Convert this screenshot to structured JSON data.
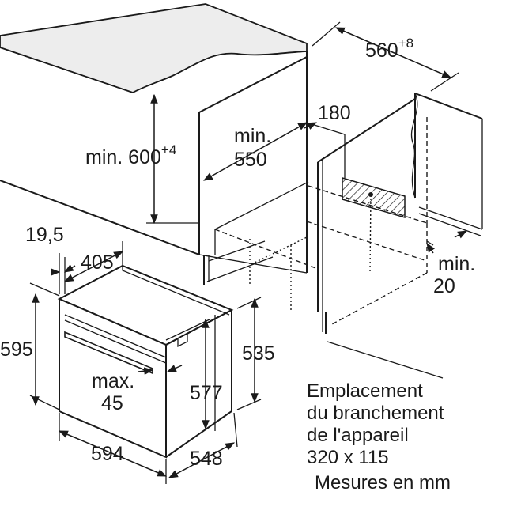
{
  "dimensions": {
    "cabinet_width_base": "560",
    "cabinet_width_tol": "+8",
    "cabinet_height_base": "min. 600",
    "cabinet_height_tol": "+4",
    "cabinet_depth_line1": "min.",
    "cabinet_depth_line2": "550",
    "outlet_offset": "180",
    "gap_line1": "min.",
    "gap_line2": "20",
    "front_offset": "19,5",
    "body_depth_small": "405",
    "front_height": "595",
    "rear_height": "535",
    "body_height": "577",
    "handle_line1": "max.",
    "handle_line2": "45",
    "front_width": "594",
    "body_depth": "548"
  },
  "notes": {
    "outlet_line1": "Emplacement",
    "outlet_line2": "du branchement",
    "outlet_line3": "de l'appareil",
    "outlet_line4": "320 x 115",
    "units": "Mesures en mm"
  },
  "colors": {
    "line": "#1a1a1a",
    "countertop_fill": "#ededed",
    "outlet_hatch": "#1a1a1a",
    "background": "#ffffff"
  }
}
